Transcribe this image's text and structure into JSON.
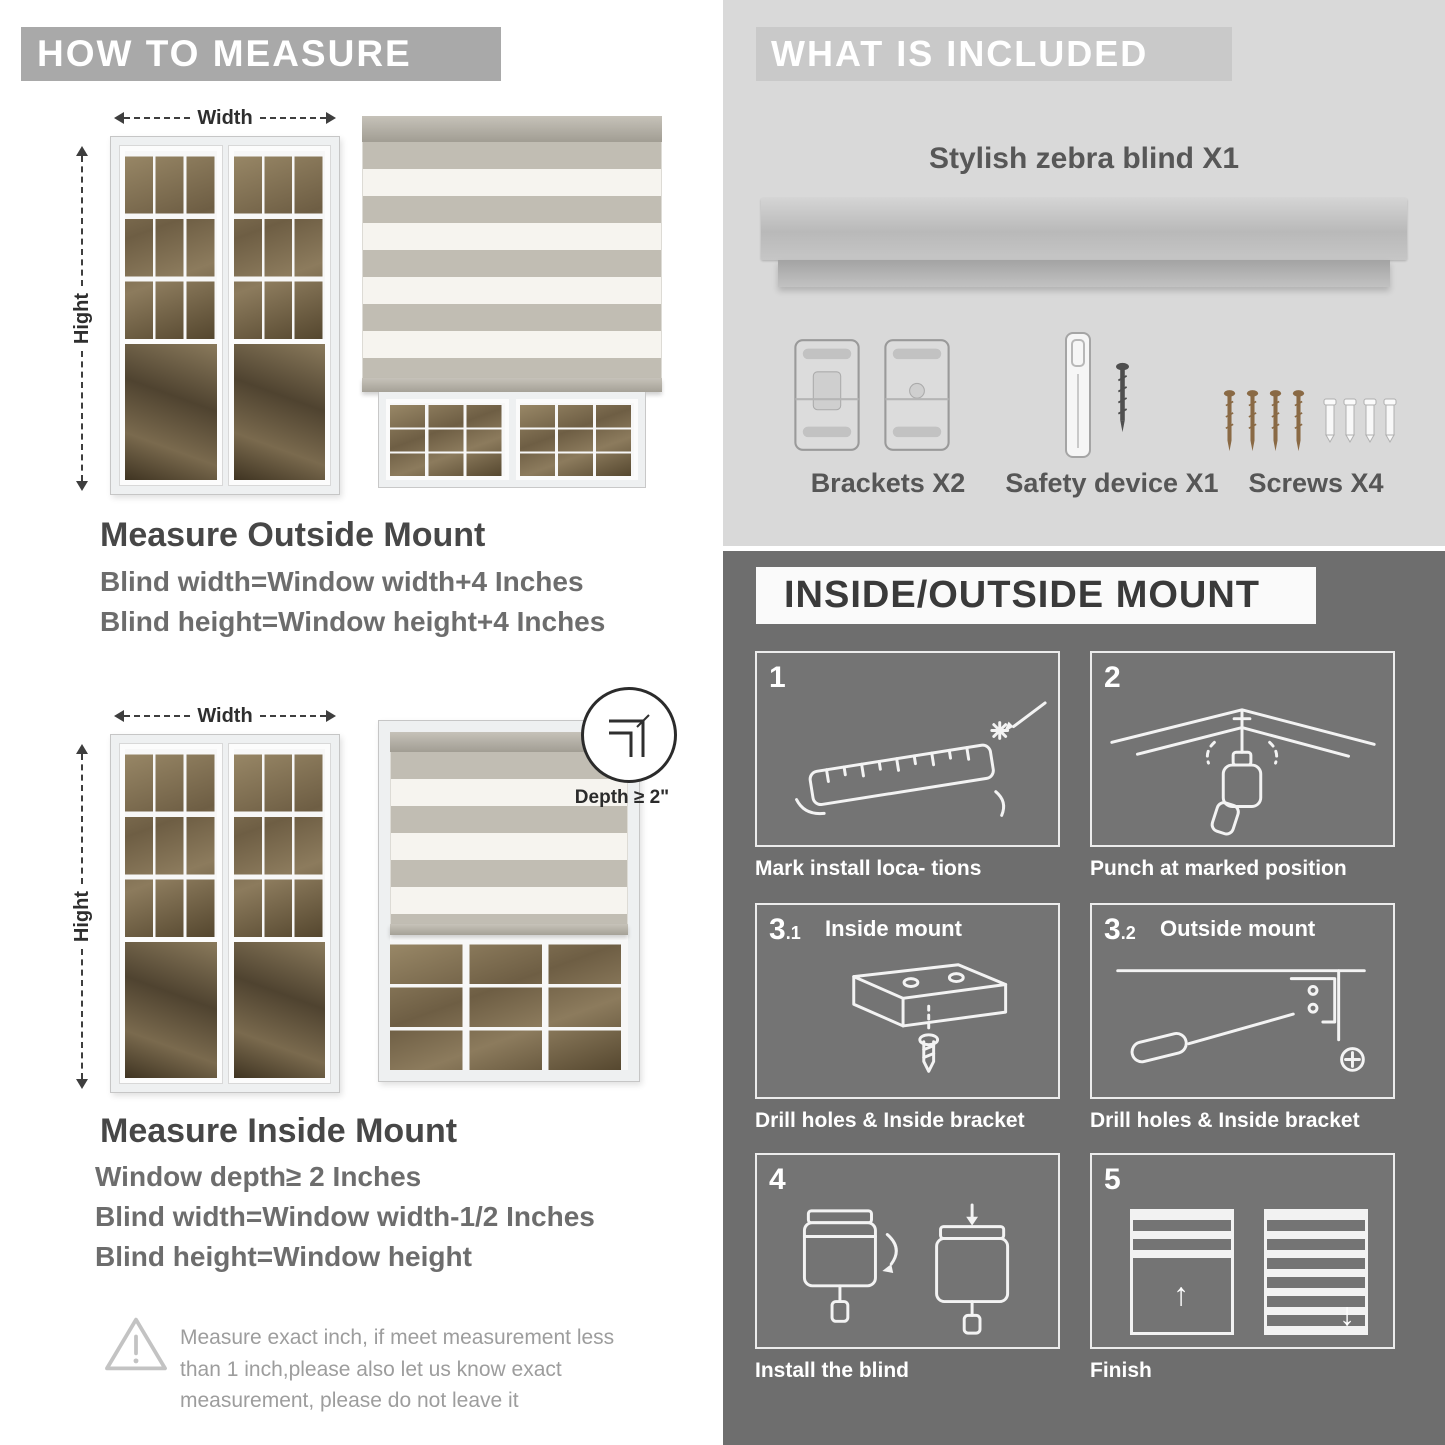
{
  "colors": {
    "left_banner_gray": "#a9a9a9",
    "included_banner_gray": "#c9c9c9",
    "included_bg": "#d9d9d9",
    "mount_bg": "#6e6e6e",
    "heading_text": "#474747",
    "formula_text": "#6d6d6d",
    "note_text": "#9d9d9d",
    "blind_stripe_gray": "#c1bdb3",
    "blind_stripe_white": "#f6f4ef"
  },
  "left": {
    "header": "HOW TO MEASURE",
    "outside": {
      "width_label": "Width",
      "height_label": "Hight",
      "title": "Measure Outside Mount",
      "formulas": [
        "Blind width=Window width+4 Inches",
        "Blind height=Window height+4 Inches"
      ]
    },
    "inside": {
      "width_label": "Width",
      "height_label": "Hight",
      "depth_label": "Depth ≥ 2\"",
      "title": "Measure Inside Mount",
      "formulas": [
        "Window depth≥ 2 Inches",
        "Blind width=Window width-1/2 Inches",
        "Blind height=Window height"
      ]
    },
    "note": "Measure exact inch, if meet measurement less than 1 inch,please also let us know exact measurement, please do not leave it"
  },
  "included": {
    "header": "WHAT IS INCLUDED",
    "product_label": "Stylish zebra blind X1",
    "items": [
      {
        "label": "Brackets X2"
      },
      {
        "label": "Safety device X1"
      },
      {
        "label": "Screws X4"
      }
    ]
  },
  "mount": {
    "header": "INSIDE/OUTSIDE MOUNT",
    "up_arrow": "↑",
    "down_arrow": "↓",
    "steps": [
      {
        "num": "1",
        "sub": "",
        "inner_label": "",
        "caption": "Mark install loca- tions"
      },
      {
        "num": "2",
        "sub": "",
        "inner_label": "",
        "caption": "Punch at  marked position"
      },
      {
        "num": "3",
        "sub": ".1",
        "inner_label": "Inside mount",
        "caption": "Drill holes &  Inside bracket"
      },
      {
        "num": "3",
        "sub": ".2",
        "inner_label": "Outside mount",
        "caption": "Drill holes &  Inside bracket"
      },
      {
        "num": "4",
        "sub": "",
        "inner_label": "",
        "caption": "Install the blind"
      },
      {
        "num": "5",
        "sub": "",
        "inner_label": "",
        "caption": "Finish"
      }
    ]
  }
}
